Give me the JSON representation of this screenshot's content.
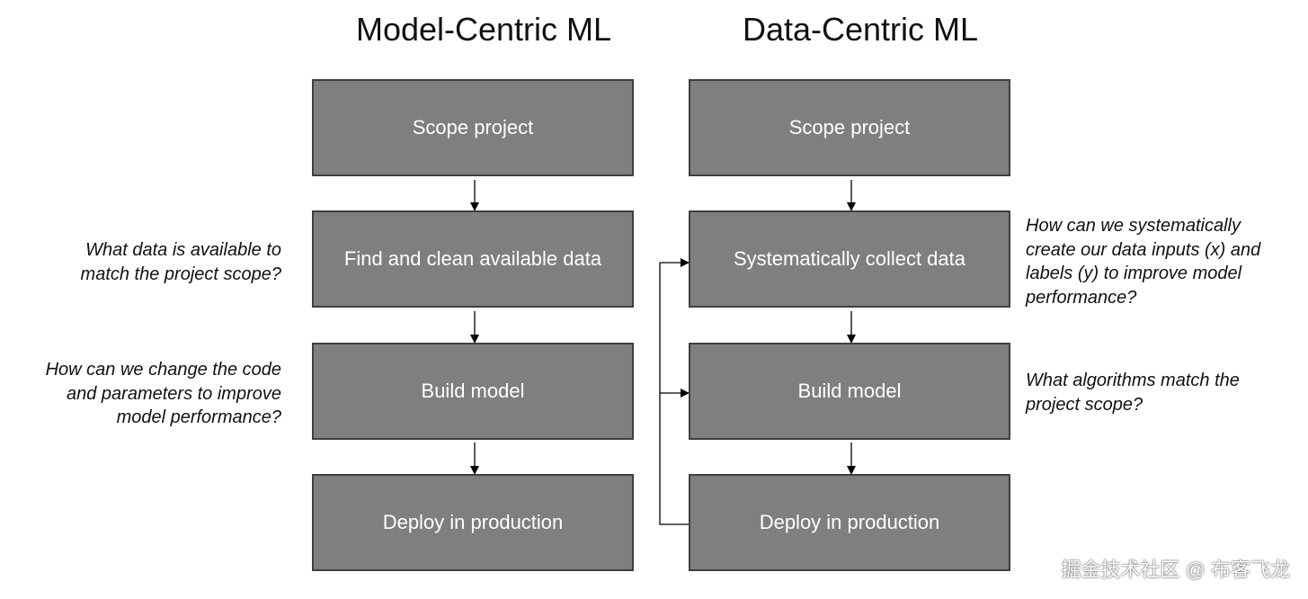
{
  "titles": {
    "left": "Model-Centric ML",
    "right": "Data-Centric ML"
  },
  "left_flow": {
    "steps": [
      "Scope project",
      "Find and clean available data",
      "Build model",
      "Deploy in production"
    ],
    "notes": [
      [
        "What data is available to",
        "match the project scope?"
      ],
      [
        "How can we change the code",
        "and parameters to improve",
        "model performance?"
      ]
    ]
  },
  "right_flow": {
    "steps": [
      "Scope project",
      "Systematically collect data",
      "Build model",
      "Deploy in production"
    ],
    "notes": [
      [
        "How can we systematically",
        "create our data inputs (x) and",
        "labels (y) to improve model",
        "performance?"
      ],
      [
        "What algorithms match the",
        "project scope?"
      ]
    ]
  },
  "watermark": "掘金技术社区 @ 布客飞龙",
  "colors": {
    "box_fill": "#7f7f7f",
    "box_border": "#3f3f3f",
    "box_text": "#ffffff",
    "text": "#111111",
    "arrow": "#000000"
  }
}
